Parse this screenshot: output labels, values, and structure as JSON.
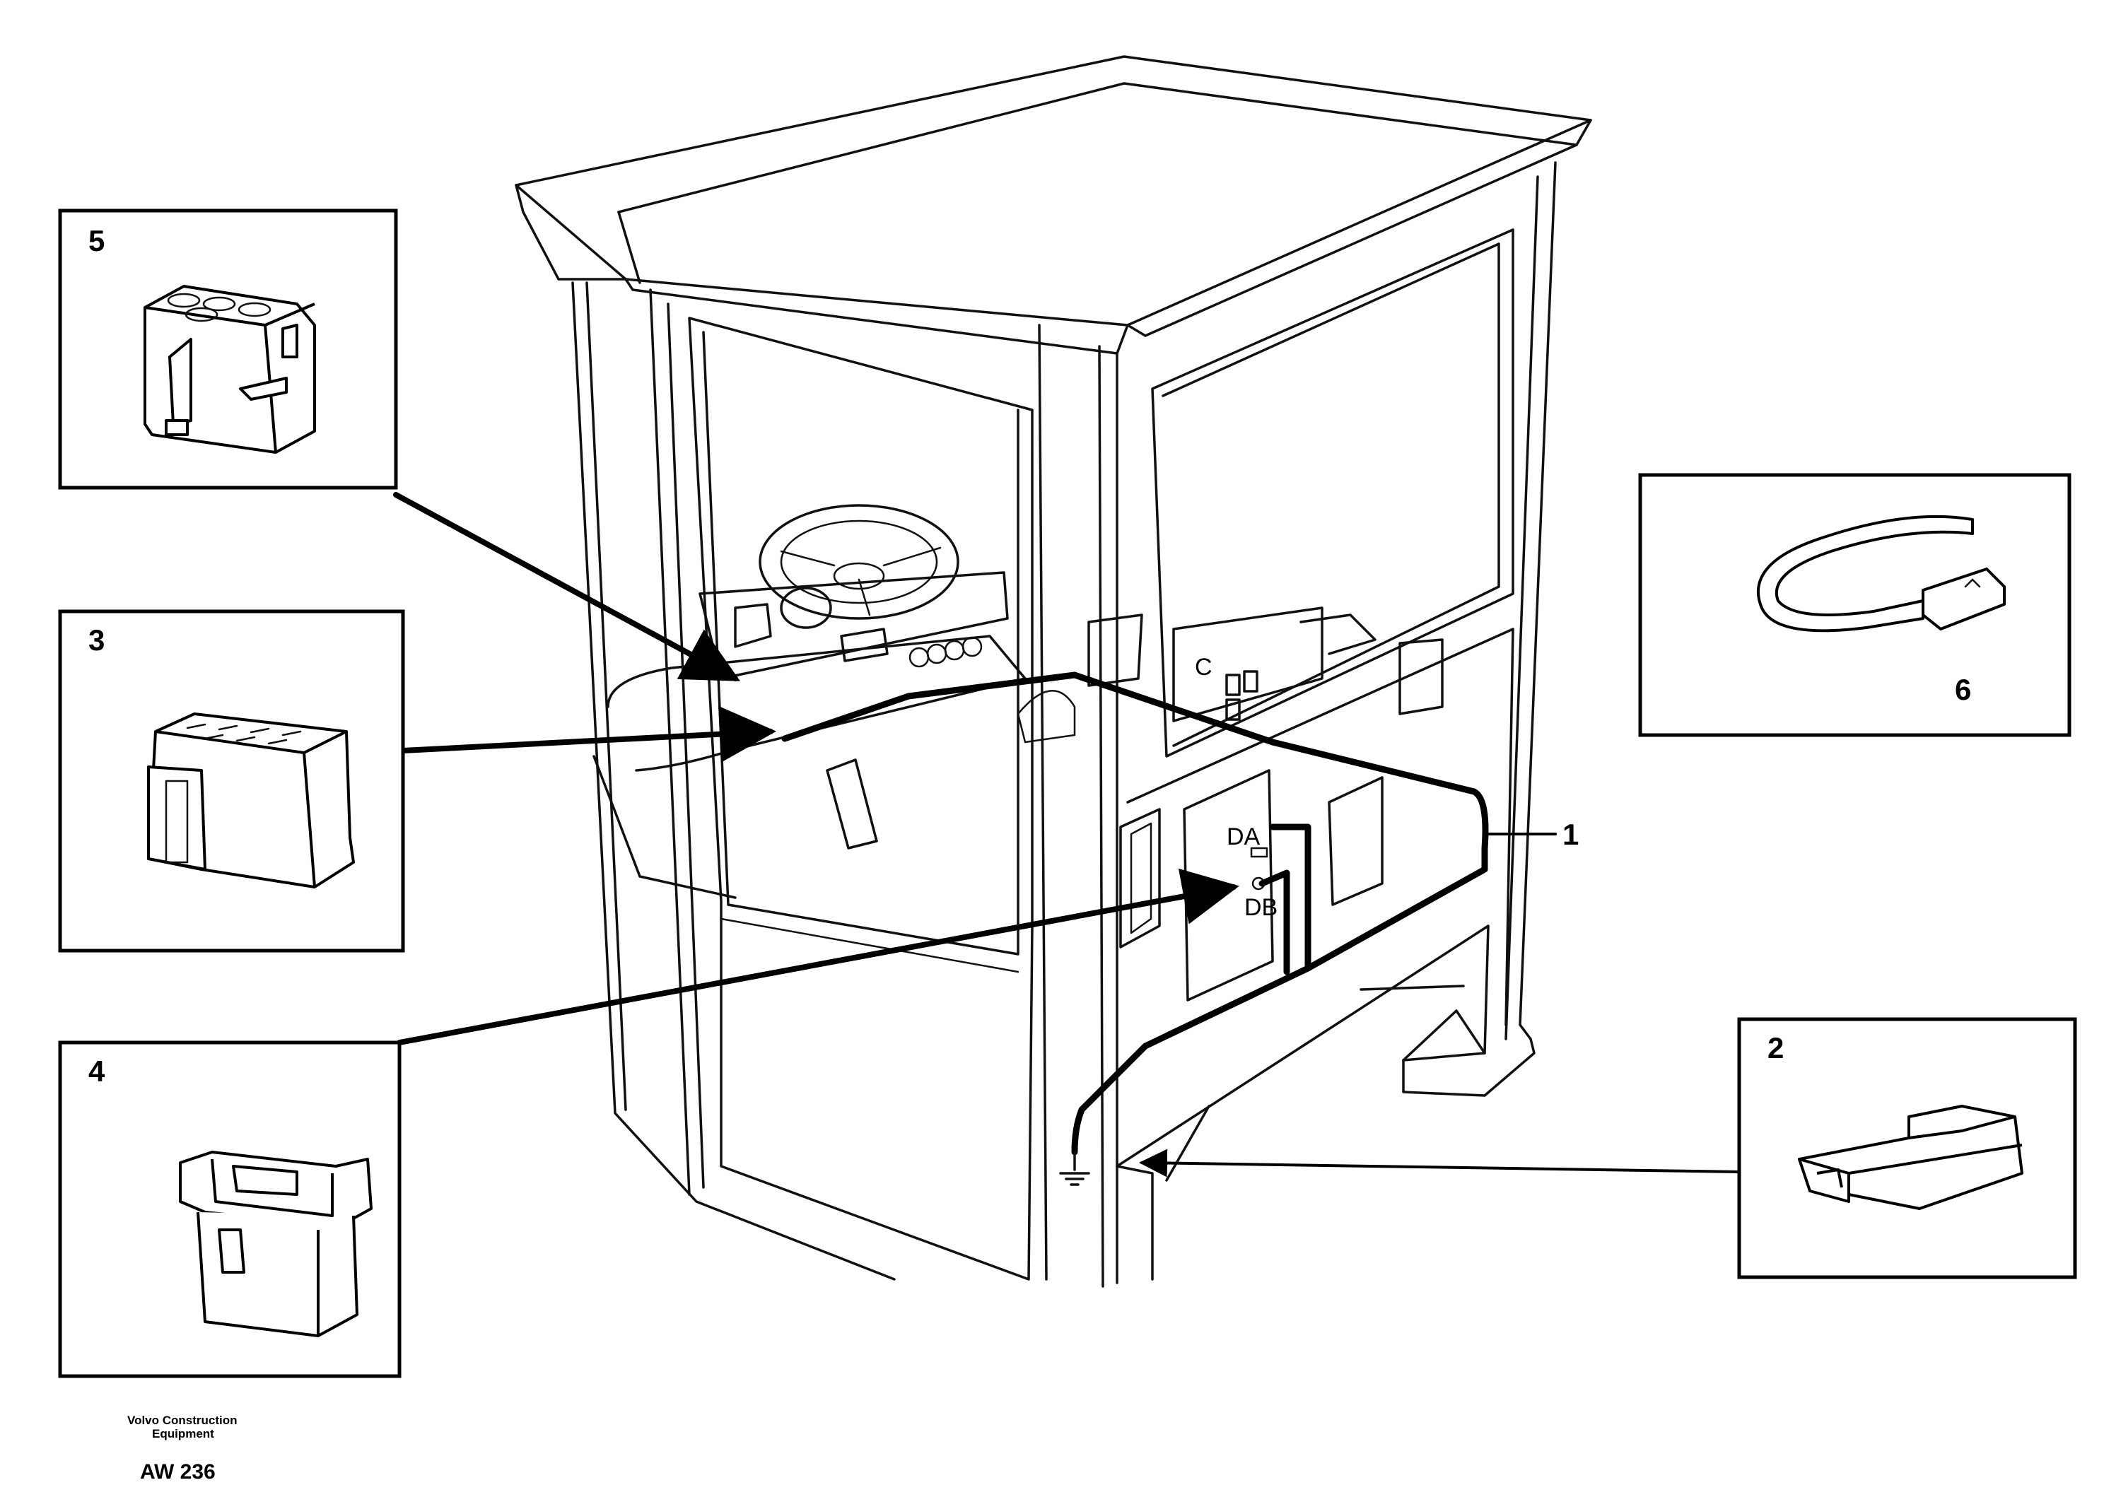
{
  "callouts": {
    "item1": "1",
    "item2": "2",
    "item3": "3",
    "item4": "4",
    "item5": "5",
    "item6": "6"
  },
  "panel_labels": {
    "da": "DA",
    "db": "DB",
    "c": "C"
  },
  "footer": {
    "company_line1": "Volvo Construction",
    "company_line2": "Equipment",
    "code": "AW 236"
  }
}
